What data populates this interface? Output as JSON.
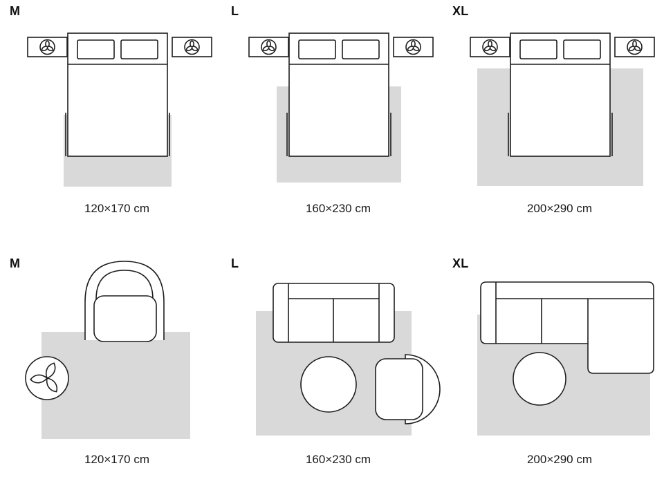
{
  "rows": [
    {
      "name": "bedroom",
      "panels": [
        {
          "size_label": "M",
          "dimensions": "120×170 cm"
        },
        {
          "size_label": "L",
          "dimensions": "160×230 cm"
        },
        {
          "size_label": "XL",
          "dimensions": "200×290 cm"
        }
      ]
    },
    {
      "name": "living-room",
      "panels": [
        {
          "size_label": "M",
          "dimensions": "120×170 cm"
        },
        {
          "size_label": "L",
          "dimensions": "160×230 cm"
        },
        {
          "size_label": "XL",
          "dimensions": "200×290 cm"
        }
      ]
    }
  ],
  "colors": {
    "rug": "#d9d9d9",
    "outline": "#1d1d1d",
    "background": "#ffffff",
    "text": "#111111"
  }
}
